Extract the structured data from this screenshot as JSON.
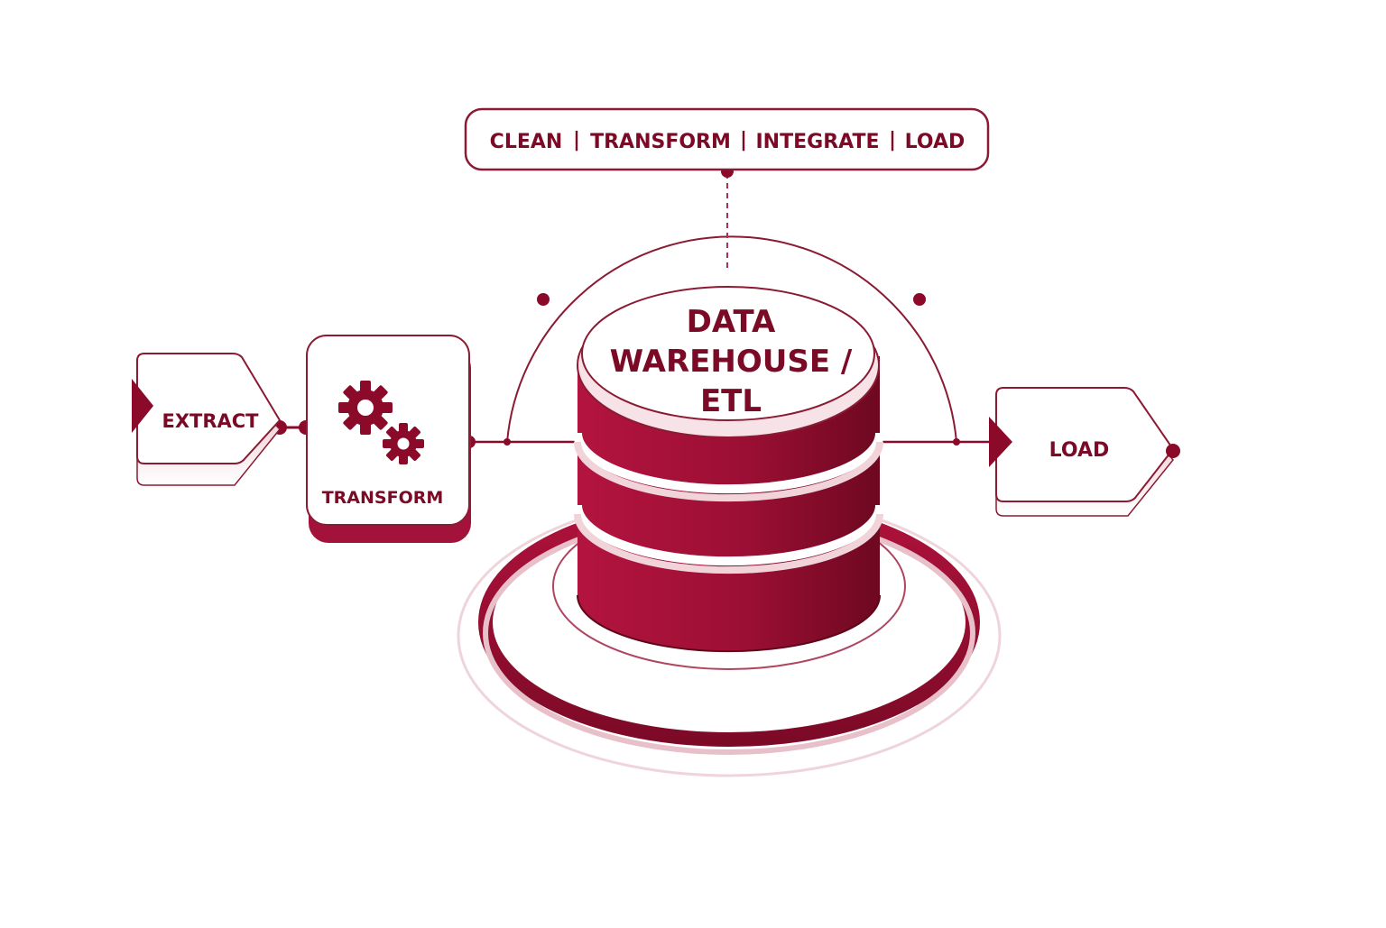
{
  "banner": {
    "steps": [
      "CLEAN",
      "TRANSFORM",
      "INTEGRATE",
      "LOAD"
    ],
    "separator": "|"
  },
  "warehouse": {
    "title_lines": [
      "DATA",
      "WAREHOUSE /",
      "ETL"
    ]
  },
  "stages": {
    "extract": {
      "label": "EXTRACT"
    },
    "transform": {
      "label": "TRANSFORM",
      "icon": "gears-icon"
    },
    "load": {
      "label": "LOAD"
    }
  },
  "colors": {
    "primary": "#8b0a2a",
    "dark": "#6a0620",
    "cylinder": "#a3123a",
    "cylinder_shade": "#7a0a26",
    "light": "#f3dfe4",
    "outline": "#8b1a33",
    "background": "#ffffff"
  }
}
